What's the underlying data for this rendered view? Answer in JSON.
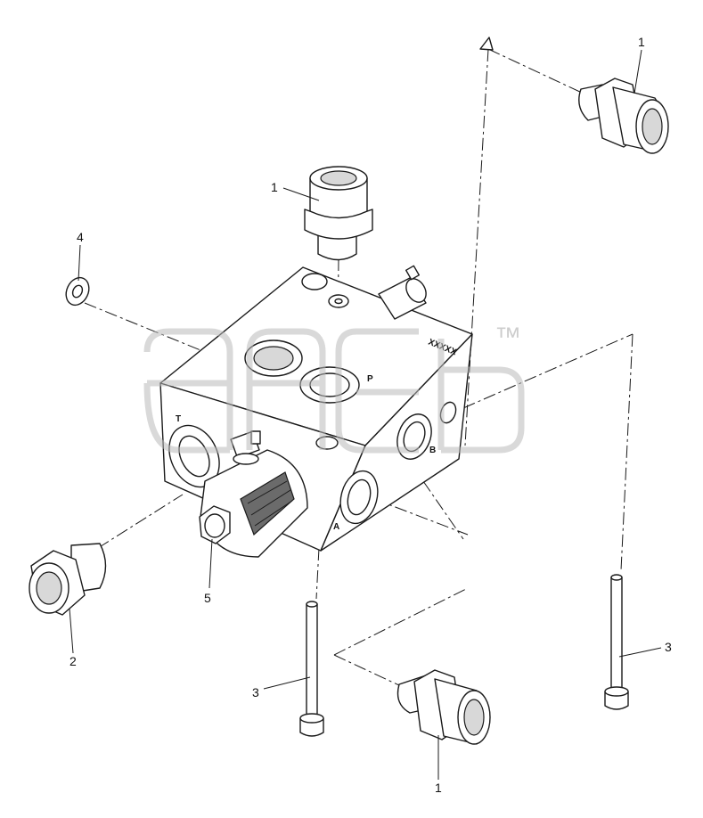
{
  "callouts": {
    "fitting_top_right": "1",
    "fitting_top": "1",
    "fitting_bottom": "1",
    "fitting_left": "2",
    "bolt_left": "3",
    "bolt_right": "3",
    "washer": "4",
    "solenoid": "5"
  },
  "ports": {
    "p": "P",
    "t": "T",
    "a": "A",
    "b": "B",
    "serial": "XXXXX"
  },
  "watermark": {
    "mark": "™"
  },
  "colors": {
    "line": "#1a1a1a",
    "watermark": "#b9b9b9",
    "background": "#ffffff"
  }
}
